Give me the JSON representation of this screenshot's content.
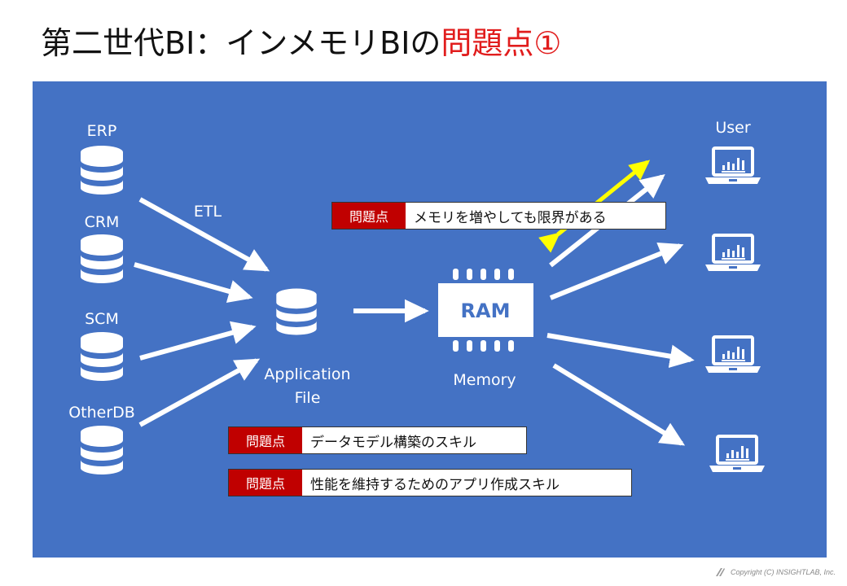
{
  "title": {
    "main": "第二世代BI：インメモリBIの",
    "highlight": "問題点①"
  },
  "sources": [
    {
      "label": "ERP"
    },
    {
      "label": "CRM"
    },
    {
      "label": "SCM"
    },
    {
      "label": "OtherDB"
    }
  ],
  "etl_label": "ETL",
  "app_file": {
    "line1": "Application",
    "line2": "File"
  },
  "ram": {
    "chip_label": "RAM",
    "caption": "Memory"
  },
  "user_label": "User",
  "issues": [
    {
      "tag": "問題点",
      "text": "メモリを増やしても限界がある"
    },
    {
      "tag": "問題点",
      "text": "データモデル構築のスキル"
    },
    {
      "tag": "問題点",
      "text": "性能を維持するためのアプリ作成スキル"
    }
  ],
  "copyright": "Copyright (C) INSIGHTLAB, Inc.",
  "colors": {
    "panel": "#4472c4",
    "accent_red": "#c00000",
    "title_red": "#e11d1d",
    "yellow_arrow": "#ffff00"
  }
}
